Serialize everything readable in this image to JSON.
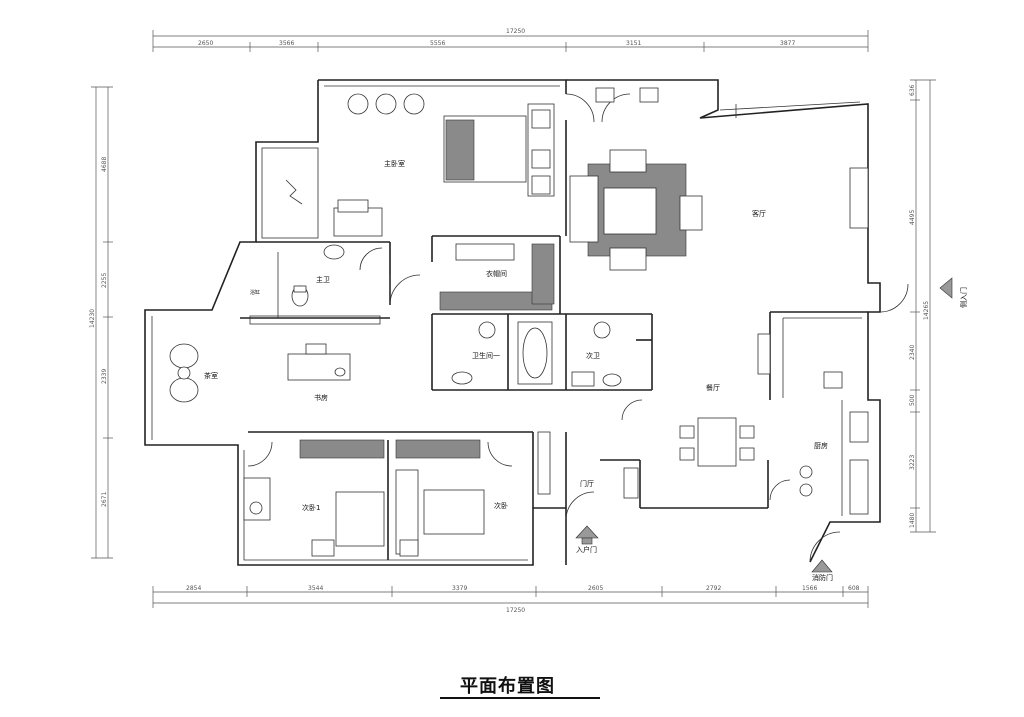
{
  "title": "平面布置图",
  "rooms": {
    "master_bedroom": "主卧室",
    "master_bath": "主卫",
    "bath_label_small": "浴缸",
    "closet": "衣帽间",
    "bathroom_one": "卫生间一",
    "second_bath": "次卫",
    "living": "客厅",
    "tea_room": "茶室",
    "study": "书房",
    "dining": "餐厅",
    "kitchen": "厨房",
    "second_bedroom_1": "次卧1",
    "second_bedroom": "次卧",
    "foyer": "门厅"
  },
  "entrances": {
    "main_entry": "入户门",
    "fire_door": "消防门",
    "side_door": "侧入门"
  },
  "dimensions": {
    "top": {
      "total": "17250",
      "segments": [
        "2650",
        "3566",
        "5556",
        "3151",
        "3877"
      ]
    },
    "bottom": {
      "total": "17250",
      "segments": [
        "2854",
        "3544",
        "3379",
        "2605",
        "2792",
        "1566",
        "608"
      ]
    },
    "left": {
      "total": "14230",
      "segments": [
        "4688",
        "2255",
        "2339",
        "2671"
      ]
    },
    "right": {
      "total": "14265",
      "segments": [
        "636",
        "4495",
        "2340",
        "500",
        "3223",
        "1480"
      ]
    }
  }
}
